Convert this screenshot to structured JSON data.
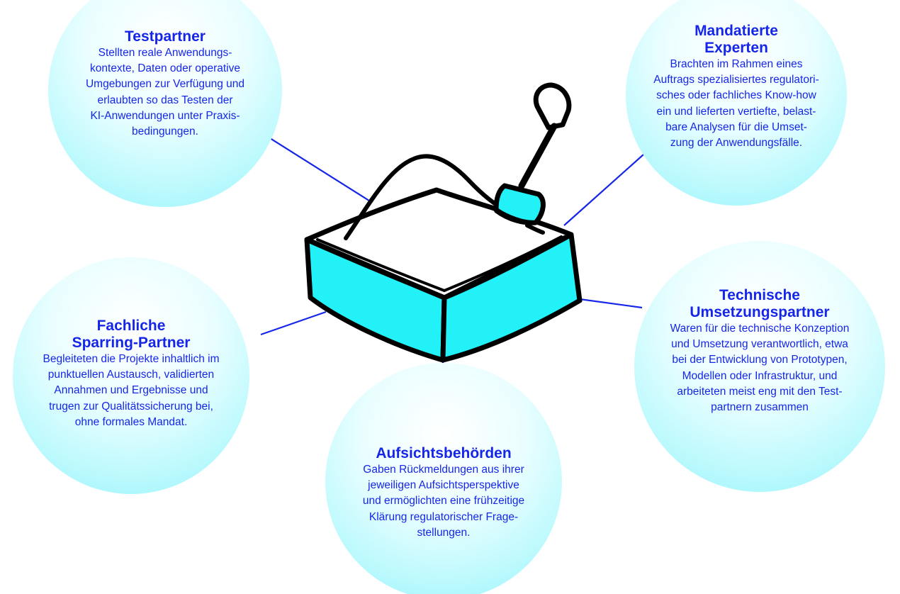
{
  "colors": {
    "text": "#1626e8",
    "connector": "#1626e8",
    "bubble_fill": "#aef8fc",
    "box_fill": "#22f1f7",
    "outline": "#000000"
  },
  "center_icon": "sandbox-with-shovel-icon",
  "roles": [
    {
      "id": "testpartner",
      "title": "Testpartner",
      "body": "Stellten reale Anwendungs-\nkontexte, Daten oder operative\nUmgebungen zur Verfügung und\nerlaubten so das Testen der\nKI-Anwendungen unter Praxis-\nbedingungen."
    },
    {
      "id": "mandatierte-experten",
      "title": "Mandatierte\nExperten",
      "body": "Brachten im Rahmen eines\nAuftrags spezialisiertes regulatori-\nsches oder fachliches Know-how\nein und lieferten vertiefte, belast-\nbare Analysen für die Umset-\nzung der Anwendungsfälle."
    },
    {
      "id": "fachliche-sparring-partner",
      "title": "Fachliche\nSparring-Partner",
      "body": "Begleiteten die Projekte inhaltlich im\npunktuellen Austausch, validierten\nAnnahmen und Ergebnisse und\ntrugen zur Qualitätssicherung bei,\nohne formales Mandat."
    },
    {
      "id": "technische-umsetzungspartner",
      "title": "Technische\nUmsetzungspartner",
      "body": "Waren für die technische Konzeption\nund Umsetzung verantwortlich, etwa\nbei der Entwicklung von Prototypen,\nModellen oder Infrastruktur, und\narbeiteten meist eng mit den Test-\npartnern zusammen"
    },
    {
      "id": "aufsichtsbehoerden",
      "title": "Aufsichtsbehörden",
      "body": "Gaben Rückmeldungen aus ihrer\njeweiligen Aufsichtsperspektive\nund ermöglichten eine frühzeitige\nKlärung regulatorischer Frage-\nstellungen."
    }
  ]
}
